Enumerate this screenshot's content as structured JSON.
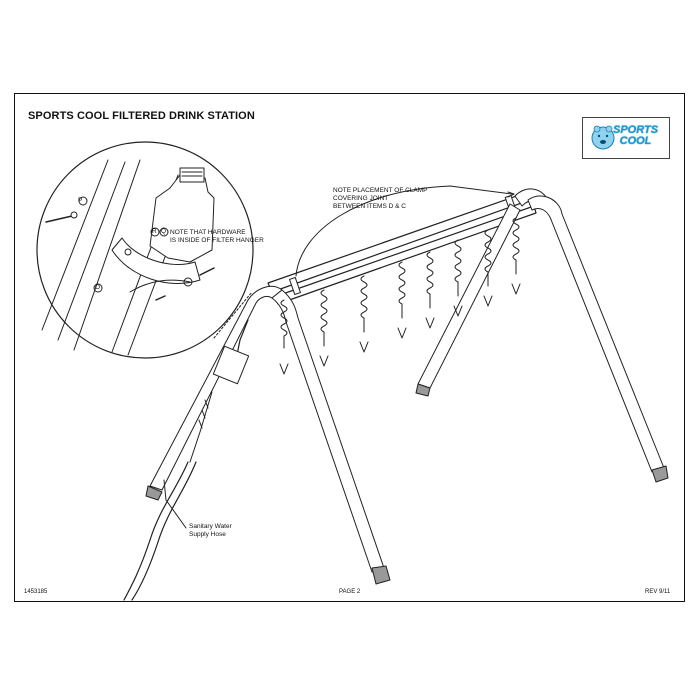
{
  "title": "SPORTS COOL FILTERED DRINK STATION",
  "logo": {
    "line1": "SPORTS",
    "line2": "COOL",
    "color": "#1a9fd6"
  },
  "notes": {
    "clamp_line1": "NOTE PLACEMENT OF CLAMP",
    "clamp_line2": "COVERING JOINT",
    "clamp_line3": "BETWEEN ITEMS D & C",
    "hardware_line1": "NOTE THAT HARDWARE",
    "hardware_line2": "IS INSIDE OF FILTER HANGER",
    "callout_p": "P",
    "callout_r": "R",
    "callout_q": "Q",
    "callout_o": "O",
    "hose_line1": "Sanitary Water",
    "hose_line2": "Supply Hose"
  },
  "footer": {
    "part_number": "1453185",
    "page": "PAGE 2",
    "revision": "REV 9/11"
  }
}
